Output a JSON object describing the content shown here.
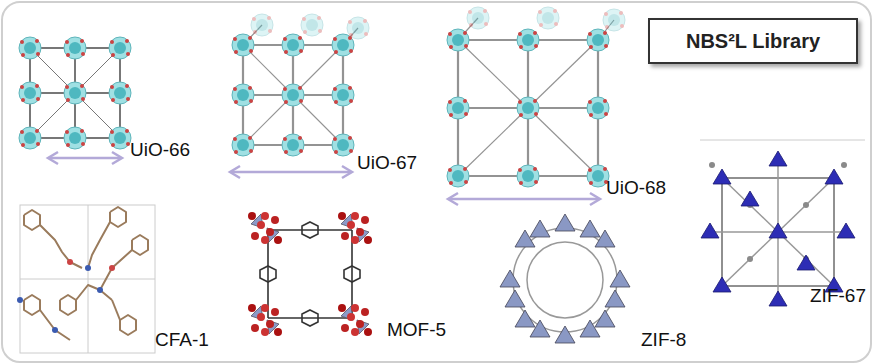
{
  "diagram": {
    "nodes": [
      {
        "text": [
          "NBS²L Library"
        ]
      }
    ],
    "edges": [],
    "labels": [
      "UiO-66",
      "UiO-67",
      "UiO-68",
      "CFA-1",
      "MOF-5",
      "ZIF-8",
      "ZIF-67"
    ]
  }
}
